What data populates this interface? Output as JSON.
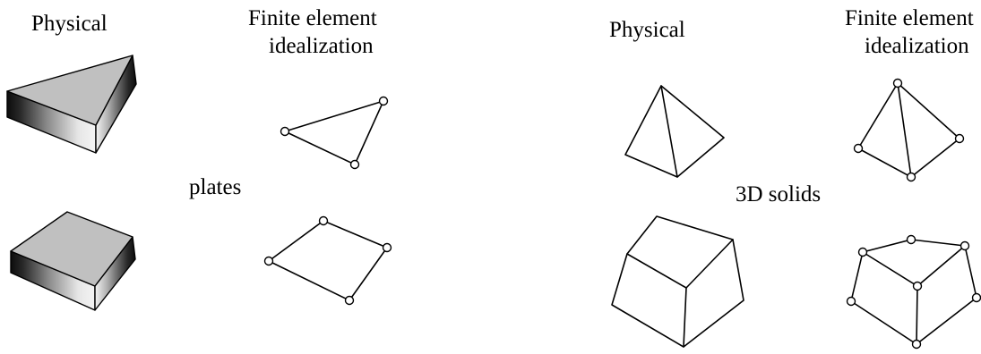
{
  "left_panel": {
    "physical_label": "Physical",
    "fe_label_line1": "Finite element",
    "fe_label_line2": "idealization",
    "category_label": "plates"
  },
  "right_panel": {
    "physical_label": "Physical",
    "fe_label_line1": "Finite element",
    "fe_label_line2": "idealization",
    "category_label": "3D solids"
  },
  "colors": {
    "top_face": "#c0c0c0",
    "side_dark": "#101010",
    "side_light": "#f2f2f2",
    "line": "#000000",
    "node_fill": "#ffffff"
  }
}
